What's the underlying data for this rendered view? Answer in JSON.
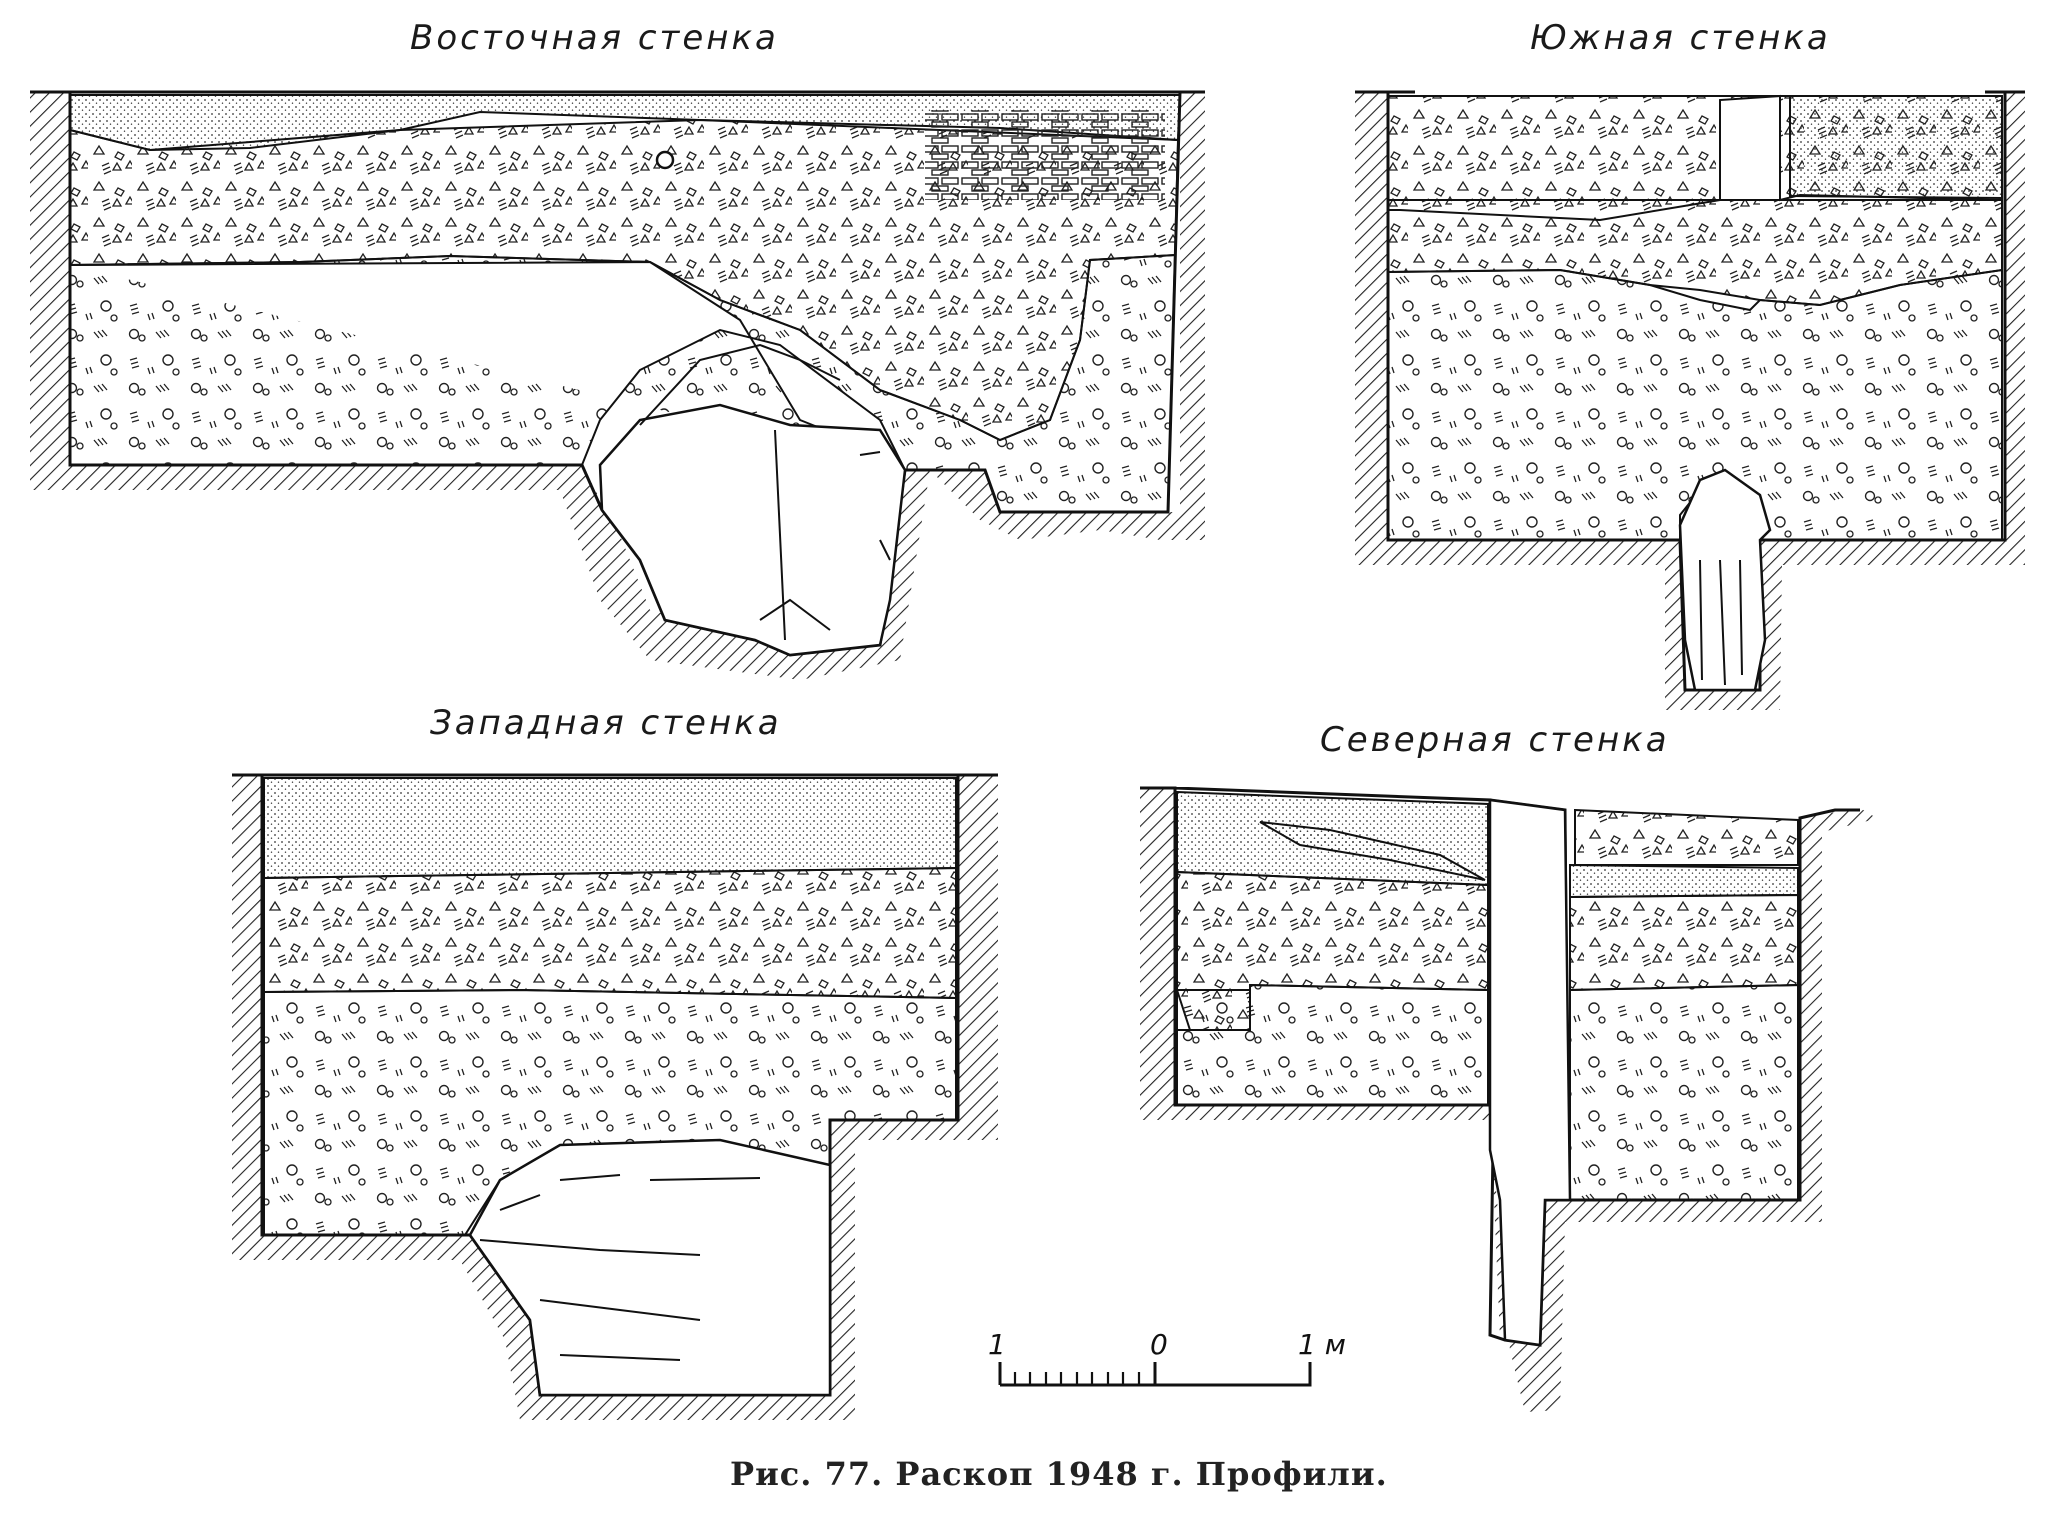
{
  "profiles": {
    "east": {
      "label": "Восточная стенка"
    },
    "south": {
      "label": "Южная стенка"
    },
    "west": {
      "label": "Западная стенка"
    },
    "north": {
      "label": "Северная стенка"
    }
  },
  "scale": {
    "left": "1",
    "middle": "0",
    "right": "1 м"
  },
  "caption": "Рис. 77. Раскоп 1948 г. Профили."
}
